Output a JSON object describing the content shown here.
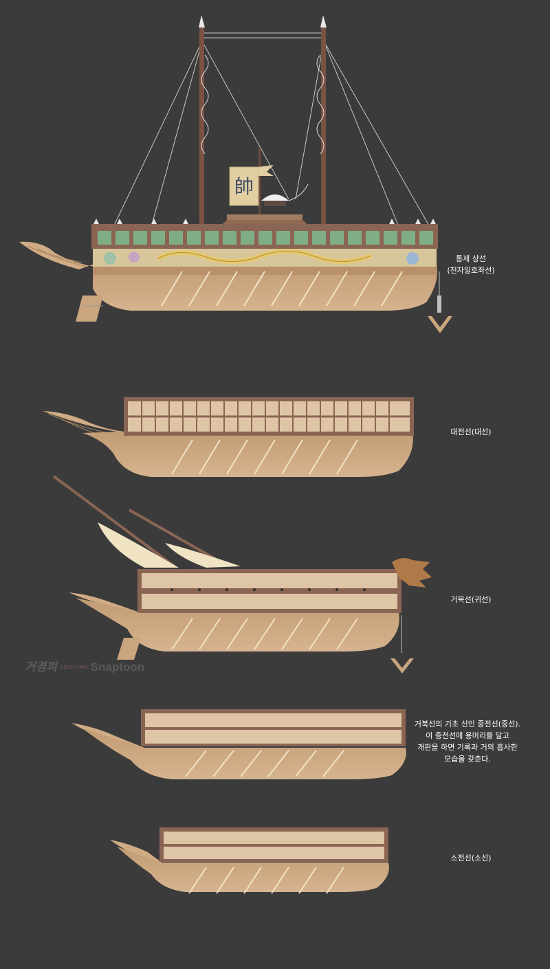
{
  "ships": [
    {
      "label_lines": [
        "통제 상선",
        "(천자일호좌선)"
      ],
      "flag_char": "帥"
    },
    {
      "label_lines": [
        "대전선(대선)"
      ]
    },
    {
      "label_lines": [
        "거북선(귀선)"
      ]
    },
    {
      "label_lines": [
        "거북선의 기초 선인 중전선(중선).",
        "이 중전선에 용머리를 달고",
        "개판을 하면 기록과 거의 흡사한",
        "모습을 갖춘다."
      ]
    },
    {
      "label_lines": [
        "소전선(소선)"
      ]
    }
  ],
  "watermark": {
    "signature": "거경펴",
    "small": "GEOKYUNG",
    "brand": "Snaptoon"
  },
  "colors": {
    "background": "#3b3b3b",
    "hull": "#caa57e",
    "hull_dark": "#a57f58",
    "rail": "#8b6554",
    "panel": "#ddc5a6",
    "green": "#6e9e78",
    "label": "#ffffff"
  }
}
